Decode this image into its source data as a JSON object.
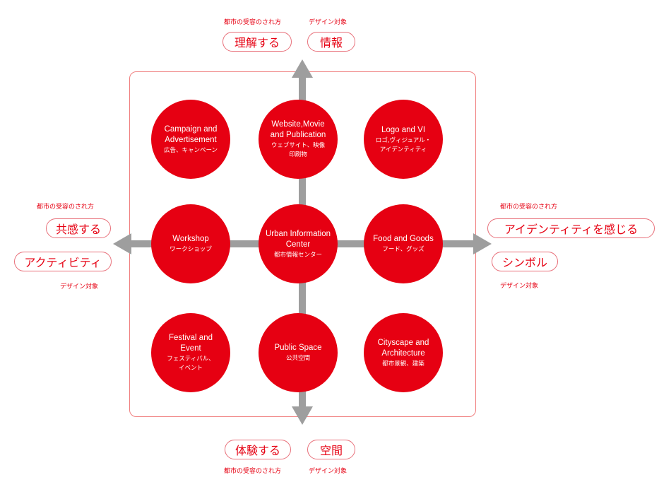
{
  "colors": {
    "accent": "#e60012",
    "axis": "#9e9e9e",
    "frame": "#f08080"
  },
  "top": {
    "caption_left": "都市の受容のされ方",
    "caption_right": "デザイン対象",
    "label_left": "理解する",
    "label_right": "情報"
  },
  "left": {
    "caption": "都市の受容のされ方",
    "label1": "共感する",
    "label2": "アクティビティ",
    "caption_bottom": "デザイン対象"
  },
  "right": {
    "caption": "都市の受容のされ方",
    "label1": "アイデンティティを感じる",
    "label2": "シンボル",
    "caption_bottom": "デザイン対象"
  },
  "bottom": {
    "label_left": "体験する",
    "label_right": "空間",
    "caption_left": "都市の受容のされ方",
    "caption_right": "デザイン対象"
  },
  "circles": [
    {
      "en1": "Campaign and",
      "en2": "Advertisement",
      "jp1": "広告、キャンペーン",
      "jp2": ""
    },
    {
      "en1": "Website,Movie",
      "en2": "and Publication",
      "jp1": "ウェブサイト、映像",
      "jp2": "印刷物"
    },
    {
      "en1": "Logo and VI",
      "en2": "",
      "jp1": "ロゴ,ヴィジュアル・",
      "jp2": "アイデンティティ"
    },
    {
      "en1": "Workshop",
      "en2": "",
      "jp1": "ワークショップ",
      "jp2": ""
    },
    {
      "en1": "Urban Information",
      "en2": "Center",
      "jp1": "都市情報センター",
      "jp2": ""
    },
    {
      "en1": "Food and Goods",
      "en2": "",
      "jp1": "フード、グッズ",
      "jp2": ""
    },
    {
      "en1": "Festival and",
      "en2": "Event",
      "jp1": "フェスティバル、",
      "jp2": "イベント"
    },
    {
      "en1": "Public Space",
      "en2": "",
      "jp1": "公共空間",
      "jp2": ""
    },
    {
      "en1": "Cityscape and",
      "en2": "Architecture",
      "jp1": "都市景観、建築",
      "jp2": ""
    }
  ]
}
